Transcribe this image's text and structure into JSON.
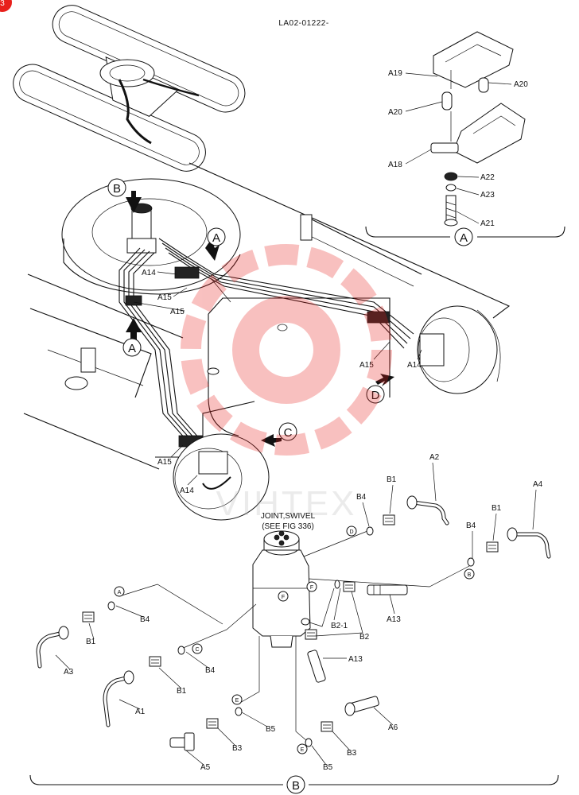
{
  "drawing_code": "LA02-01222-",
  "page_marker": "3",
  "watermark": "VIHTEX",
  "swivel_note": [
    "JOINT,SWIVEL",
    "(SEE FIG 336)"
  ],
  "view_labels": {
    "a": "A",
    "b": "B",
    "c": "C",
    "d": "D"
  },
  "callout_letters": {
    "a": "A",
    "b": "B",
    "c": "C",
    "d": "D",
    "e": "E",
    "f": "F"
  },
  "parts": {
    "a1": "A1",
    "a2": "A2",
    "a3": "A3",
    "a4": "A4",
    "a5": "A5",
    "a6": "A6",
    "a13": "A13",
    "a14": "A14",
    "a15": "A15",
    "a18": "A18",
    "a19": "A19",
    "a20": "A20",
    "a21": "A21",
    "a22": "A22",
    "a23": "A23",
    "b1": "B1",
    "b2": "B2",
    "b2_1": "B2-1",
    "b3": "B3",
    "b4": "B4",
    "b5": "B5"
  },
  "colors": {
    "watermark": "#e8201c",
    "ink": "#111111",
    "paper": "#ffffff"
  }
}
